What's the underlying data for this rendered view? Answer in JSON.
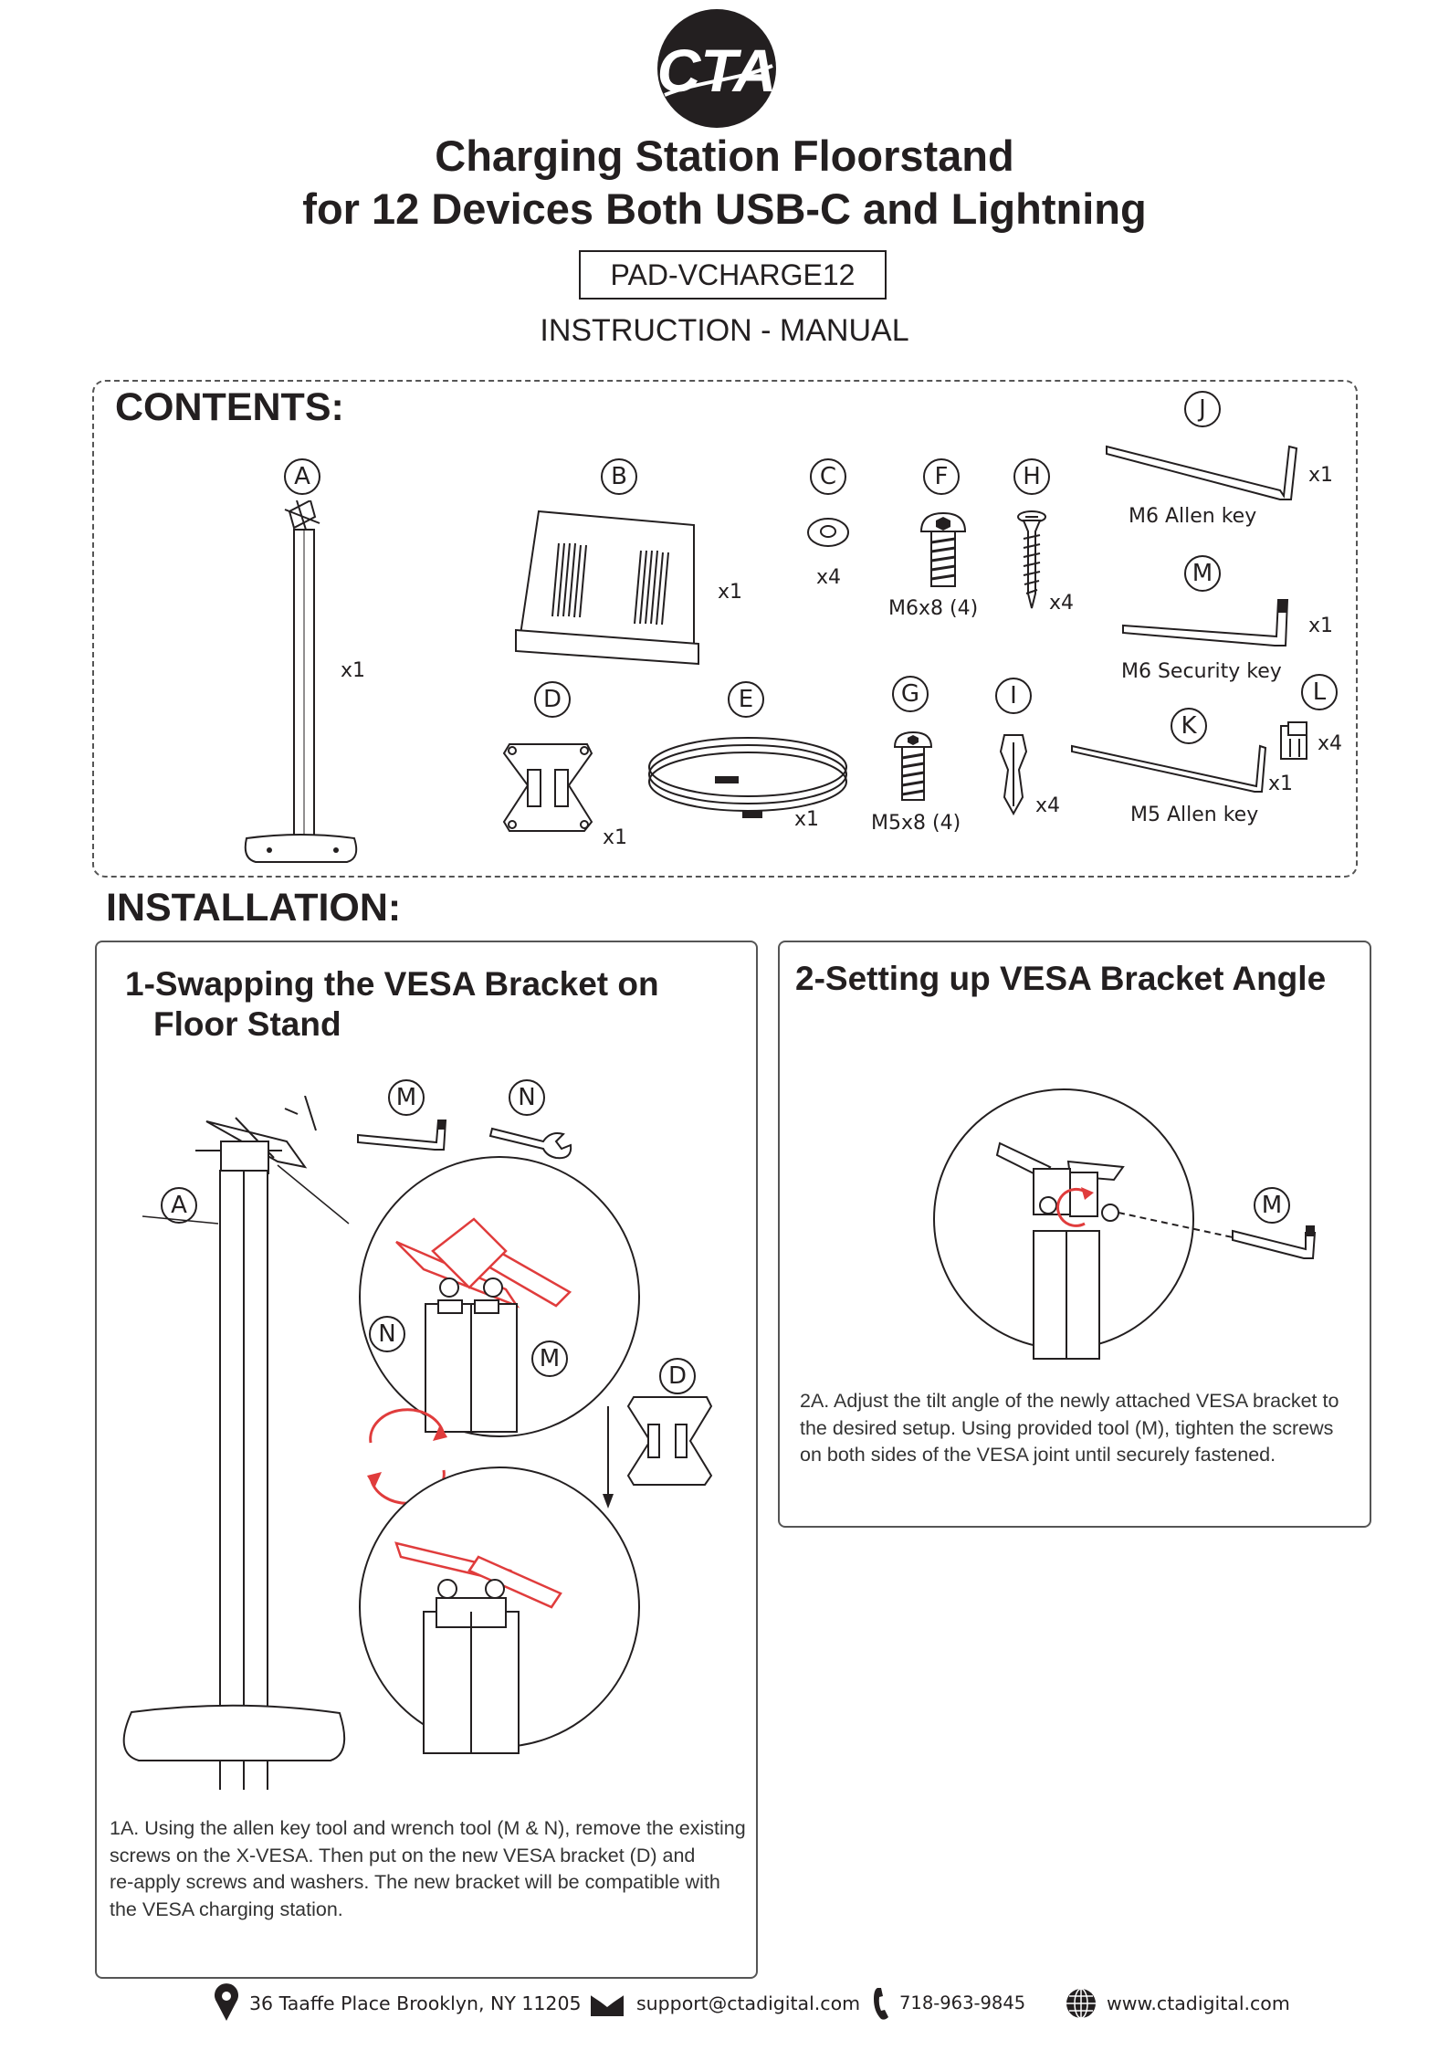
{
  "logo": {
    "text": "CTA"
  },
  "title": {
    "line1": "Charging Station Floorstand",
    "line2": "for 12 Devices Both USB-C and Lightning"
  },
  "model": "PAD-VCHARGE12",
  "subtitle": "INSTRUCTION - MANUAL",
  "contents": {
    "heading": "CONTENTS:",
    "parts": {
      "A": {
        "letter": "A",
        "qty": "x1"
      },
      "B": {
        "letter": "B",
        "qty": "x1"
      },
      "C": {
        "letter": "C",
        "qty": "x4"
      },
      "D": {
        "letter": "D",
        "qty": "x1"
      },
      "E": {
        "letter": "E",
        "qty": "x1"
      },
      "F": {
        "letter": "F",
        "label": "M6x8 (4)"
      },
      "G": {
        "letter": "G",
        "label": "M5x8 (4)"
      },
      "H": {
        "letter": "H",
        "qty": "x4"
      },
      "I": {
        "letter": "I",
        "qty": "x4"
      },
      "J": {
        "letter": "J",
        "qty": "x1",
        "label": "M6 Allen key"
      },
      "K": {
        "letter": "K",
        "qty": "x1",
        "label": "M5 Allen key"
      },
      "L": {
        "letter": "L",
        "qty": "x4"
      },
      "M": {
        "letter": "M",
        "qty": "x1",
        "label": "M6 Security key"
      }
    }
  },
  "installation": {
    "heading": "INSTALLATION:"
  },
  "step1": {
    "title_line1": "1-Swapping the VESA Bracket on",
    "title_line2": "Floor Stand",
    "callouts": {
      "M": "M",
      "N": "N",
      "A": "A",
      "D": "D"
    },
    "desc": [
      "1A. Using the allen key tool and wrench tool (M & N), remove the existing",
      "screws on the X-VESA. Then put on the new VESA bracket (D) and",
      "re-apply screws and washers. The new bracket will be compatible with",
      "the VESA charging station."
    ]
  },
  "step2": {
    "title": "2-Setting up VESA Bracket Angle",
    "callouts": {
      "M": "M"
    },
    "desc": [
      "2A. Adjust the tilt angle of the newly attached VESA bracket to",
      "the desired setup. Using provided tool (M), tighten the screws",
      "on both sides of the VESA joint until securely fastened."
    ]
  },
  "footer": {
    "address": "36 Taaffe Place Brooklyn, NY 11205",
    "email": "support@ctadigital.com",
    "phone": "718-963-9845",
    "website": "www.ctadigital.com"
  },
  "colors": {
    "ink": "#231f20",
    "highlight": "#e03c3c"
  }
}
